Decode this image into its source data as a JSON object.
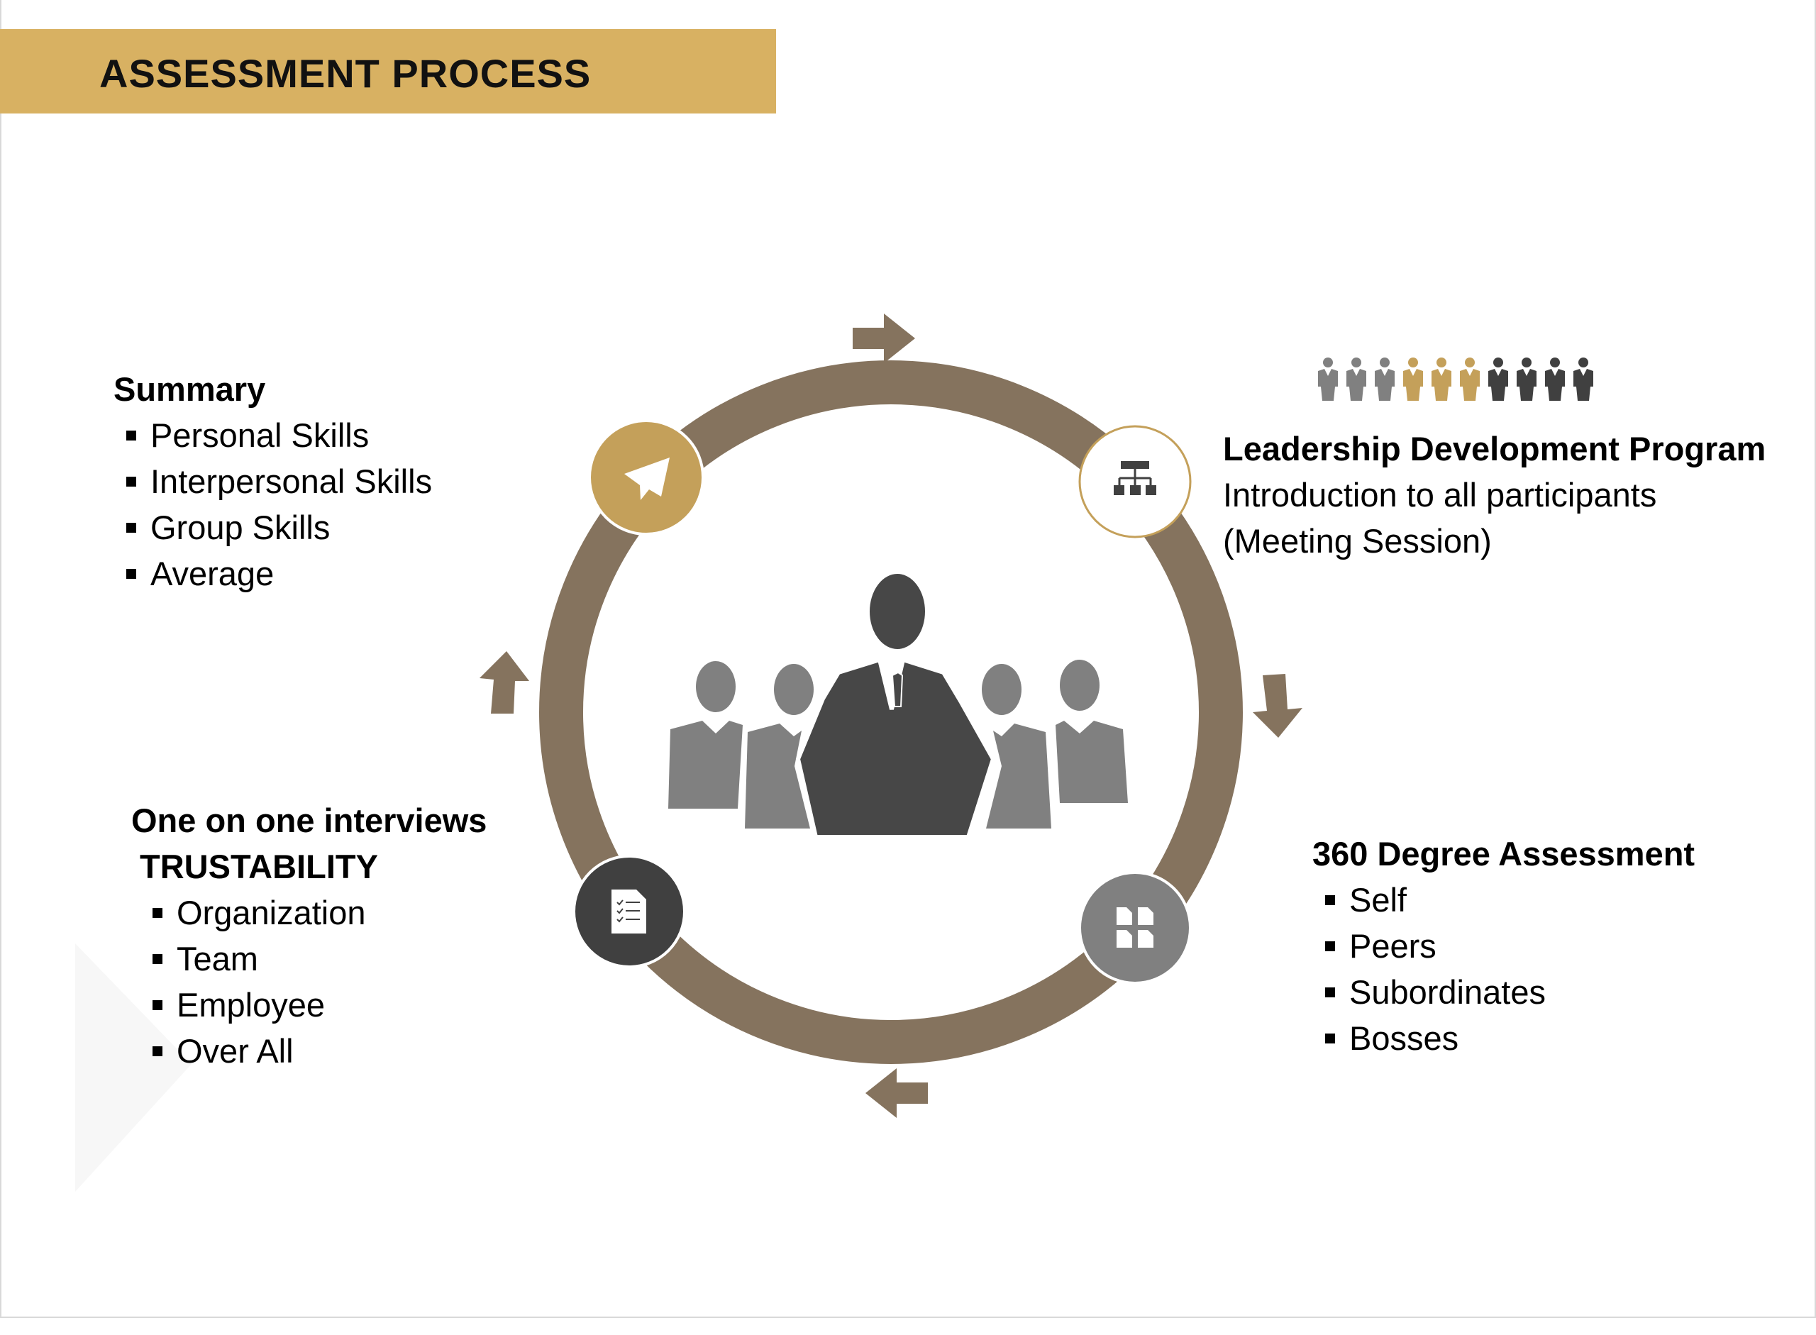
{
  "header": {
    "title": "ASSESSMENT PROCESS"
  },
  "colors": {
    "header": "#d8b162",
    "ring": "#85735e",
    "gold": "#c4a05a",
    "dark": "#404040",
    "grey": "#808080"
  },
  "summary": {
    "title": "Summary",
    "items": [
      "Personal Skills",
      "Interpersonal Skills",
      "Group Skills",
      "Average"
    ]
  },
  "leadership": {
    "title": "Leadership Development Program",
    "lines": [
      "Introduction to all participants",
      "(Meeting Session)"
    ]
  },
  "assessment360": {
    "title": "360 Degree Assessment",
    "items": [
      "Self",
      "Peers",
      "Subordinates",
      "Bosses"
    ]
  },
  "interviews": {
    "title": "One on one interviews",
    "subtitle": "TRUSTABILITY",
    "items": [
      "Organization",
      "Team",
      "Employee",
      "Over All"
    ]
  },
  "icons": [
    "paper-plane-icon",
    "org-chart-icon",
    "checklist-document-icon",
    "documents-grid-icon",
    "team-leader-icon",
    "people-row-icon"
  ]
}
